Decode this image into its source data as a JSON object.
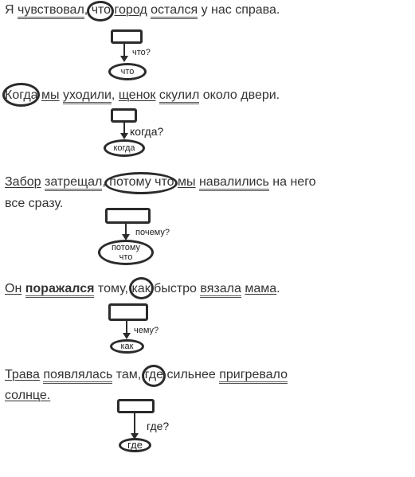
{
  "sentences": [
    {
      "words": [
        "Я",
        "чувствовал",
        ",",
        "что",
        "город",
        "остался",
        "у",
        "нас",
        "справа",
        "."
      ],
      "question": "что?",
      "oval": "что"
    },
    {
      "words": [
        "Когда",
        "мы",
        "уходили",
        ",",
        "щенок",
        "скулил",
        "около",
        "двери",
        "."
      ],
      "question": "когда?",
      "oval": "когда"
    },
    {
      "words": [
        "Забор",
        "затрещал",
        ",",
        "потому что",
        "мы",
        "навалились",
        "на",
        "него"
      ],
      "line2": "все сразу.",
      "question": "почему?",
      "oval": "потому что"
    },
    {
      "words": [
        "Он",
        "поражался",
        "тому",
        ",",
        "как",
        "быстро",
        "вязала",
        "мама",
        "."
      ],
      "question": "чему?",
      "oval": "как"
    },
    {
      "words": [
        "Трава",
        "появлялась",
        "там",
        ",",
        "где",
        "сильнее",
        "пригревало"
      ],
      "line2": "солнце.",
      "question": "где?",
      "oval": "где"
    }
  ]
}
